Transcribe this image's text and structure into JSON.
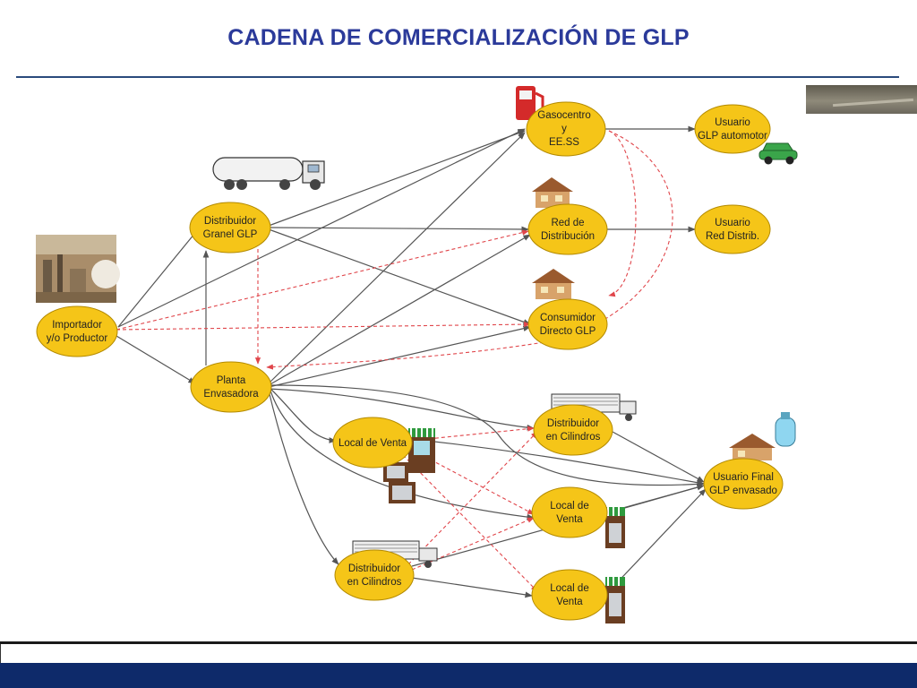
{
  "title": "CADENA DE COMERCIALIZACIÓN DE GLP",
  "nodes": {
    "importador": [
      "Importador",
      "y/o Productor"
    ],
    "distribuidor_granel": [
      "Distribuidor",
      "Granel GLP"
    ],
    "planta": [
      "Planta",
      "Envasadora"
    ],
    "gasocentro": [
      "Gasocentro",
      "y",
      "EE.SS"
    ],
    "red_distribucion": [
      "Red de",
      "Distribución"
    ],
    "consumidor_directo": [
      "Consumidor",
      "Directo GLP"
    ],
    "usuario_automotor": [
      "Usuario",
      "GLP automotor"
    ],
    "usuario_red": [
      "Usuario",
      "Red Distrib."
    ],
    "local_venta_1": [
      "Local de Venta"
    ],
    "distribuidor_cil_1": [
      "Distribuidor",
      "en Cilindros"
    ],
    "distribuidor_cil_2": [
      "Distribuidor",
      "en Cilindros"
    ],
    "local_venta_2": [
      "Local de",
      "Venta"
    ],
    "local_venta_3": [
      "Local de",
      "Venta"
    ],
    "usuario_final": [
      "Usuario Final",
      "GLP envasado"
    ]
  },
  "colors": {
    "title": "#2b3a9a",
    "node_fill": "#f5c518",
    "node_stroke": "#b38a00",
    "solid_arrow": "#555555",
    "dashed_arrow": "#e0454a",
    "footer": "#0e2a6a"
  },
  "icons": [
    "bulk-tanker-truck-icon",
    "cylinder-truck-icon",
    "fuel-pump-icon",
    "house-icon",
    "car-icon",
    "gas-cylinder-icon",
    "shop-icon",
    "industrial-plant-photo"
  ]
}
